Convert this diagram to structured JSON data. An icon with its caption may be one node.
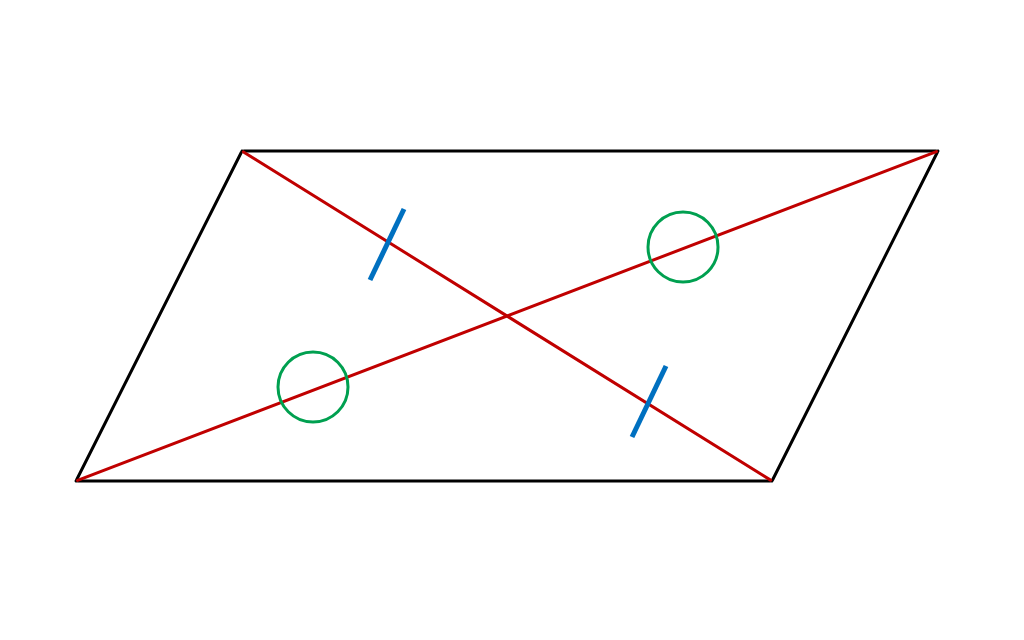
{
  "diagram": {
    "nodes": [
      {
        "text": [],
        "shape": "point"
      },
      {
        "text": [],
        "shape": "point"
      },
      {
        "text": [],
        "shape": "point"
      },
      {
        "text": [],
        "shape": "point"
      }
    ],
    "edges": [
      {
        "from": 0,
        "to": 1,
        "arrow": "none"
      },
      {
        "from": 1,
        "to": 2,
        "arrow": "none"
      },
      {
        "from": 2,
        "to": 3,
        "arrow": "none"
      },
      {
        "from": 3,
        "to": 0,
        "arrow": "none"
      },
      {
        "from": 0,
        "to": 2,
        "arrow": "none",
        "color": "#c00000"
      },
      {
        "from": 3,
        "to": 1,
        "arrow": "none",
        "color": "#c00000"
      }
    ]
  }
}
